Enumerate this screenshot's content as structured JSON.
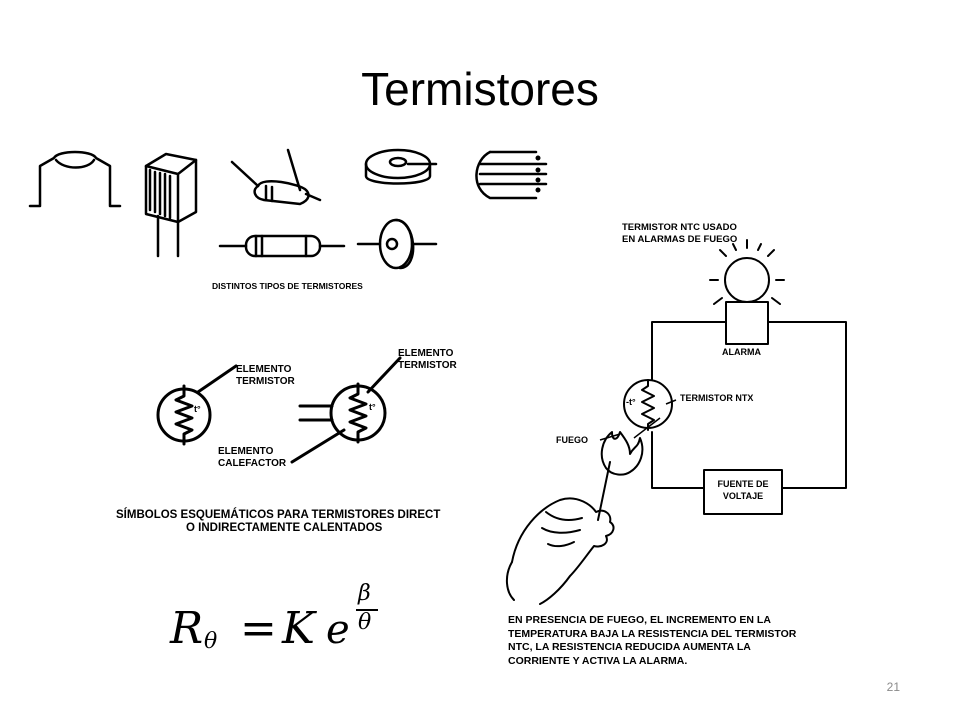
{
  "slide": {
    "title": "Termistores",
    "page_number": "21"
  },
  "captions": {
    "types": "DISTINTOS TIPOS DE TERMISTORES",
    "alarm_title_line1": "TERMISTOR NTC USADO",
    "alarm_title_line2": "EN ALARMAS DE FUEGO",
    "alarm_label": "ALARMA",
    "thermistor_ntx": "TERMISTOR NTX",
    "fire_label": "FUEGO",
    "source_line1": "FUENTE DE",
    "source_line2": "VOLTAJE",
    "element_thermistor_a_line1": "ELEMENTO",
    "element_thermistor_a_line2": "TERMISTOR",
    "element_thermistor_b_line1": "ELEMENTO",
    "element_thermistor_b_line2": "TERMISTOR",
    "element_heater_line1": "ELEMENTO",
    "element_heater_line2": "CALEFACTOR",
    "symbols_line1": "SÍMBOLOS ESQUEMÁTICOS PARA TERMISTORES DIRECT",
    "symbols_line2": "O INDIRECTAMENTE CALENTADOS",
    "explanation_line1": "EN PRESENCIA DE FUEGO, EL INCREMENTO EN LA",
    "explanation_line2": "TEMPERATURA BAJA LA RESISTENCIA DEL TERMISTOR",
    "explanation_line3": "NTC, LA RESISTENCIA REDUCIDA AUMENTA LA",
    "explanation_line4": "CORRIENTE Y ACTIVA LA ALARMA.",
    "t_symbol": "t°",
    "t_symbol_b": "t°",
    "t_symbol_alarm": "-t°"
  },
  "formula": {
    "lhs": "R",
    "lhs_sub": "θ",
    "equals": "=",
    "coef": "K",
    "base": "e",
    "exp_num": "β",
    "exp_den": "θ"
  }
}
